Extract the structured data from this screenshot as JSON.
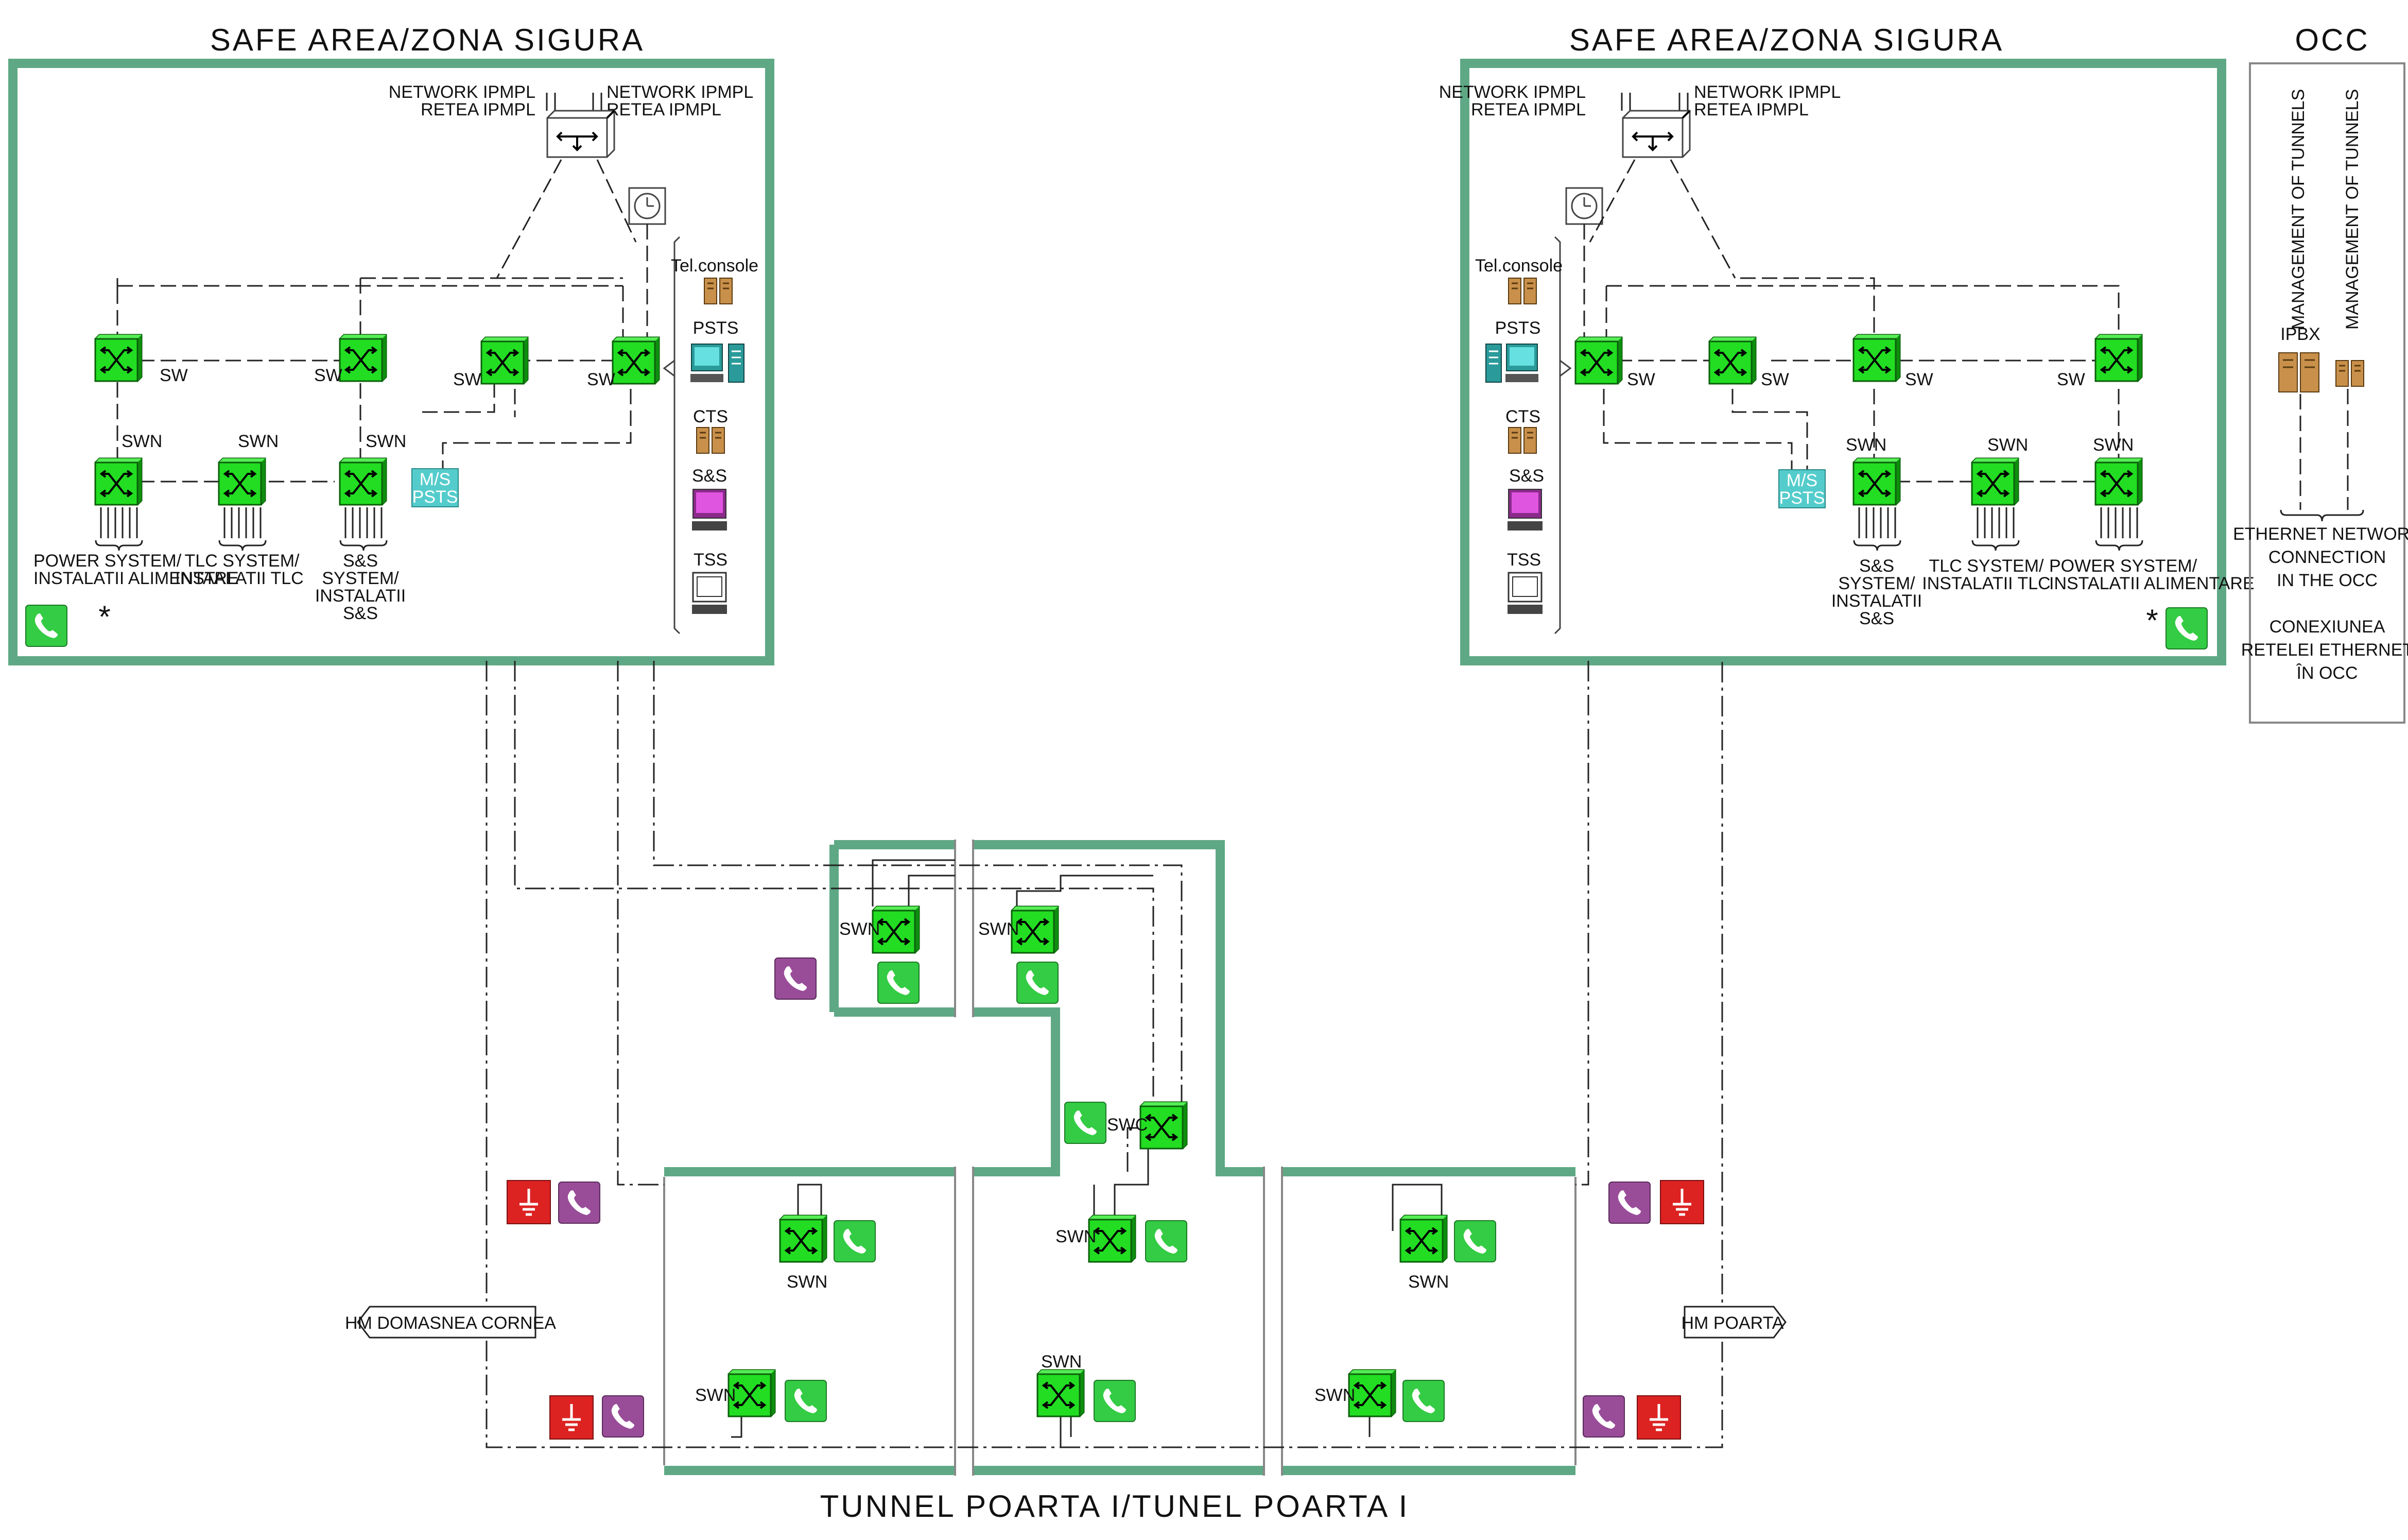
{
  "areas": {
    "left_title": "SAFE AREA/ZONA SIGURA",
    "right_title": "SAFE AREA/ZONA SIGURA",
    "occ_title": "OCC",
    "tunnel_title": "TUNNEL POARTA I/TUNEL POARTA I"
  },
  "network": {
    "label_a1": "NETWORK IPMPL",
    "label_a2": "RETEA IPMPL",
    "label_b1": "NETWORK IPMPL",
    "label_b2": "RETEA IPMPL"
  },
  "switch_labels": {
    "sw": "SW",
    "swn": "SWN",
    "swc": "SWC"
  },
  "systems": {
    "power_1": "POWER SYSTEM/",
    "power_2": "INSTALATII ALIMENTARE",
    "tlc_1": "TLC SYSTEM/",
    "tlc_2": "INSTALATII TLC",
    "ss_1": "S&S",
    "ss_2": "SYSTEM/",
    "ss_3": "INSTALATII",
    "ss_4": "S&S",
    "asterisk": "*"
  },
  "consoles": {
    "tel": "Tel.console",
    "psts": "PSTS",
    "cts": "CTS",
    "ss": "S&S",
    "tss": "TSS",
    "ms_1": "M/S",
    "ms_2": "PSTS"
  },
  "occ": {
    "mgmt": "MANAGEMENT OF TUNNELS",
    "ipbx": "IPBX",
    "eth_1": "ETHERNET NETWORK",
    "eth_2": "CONNECTION",
    "eth_3": "IN THE OCC",
    "ro_1": "CONEXIUNEA",
    "ro_2": "RETELEI ETHERNET",
    "ro_3": "ÎN OCC"
  },
  "directions": {
    "left": "HM DOMASNEA CORNEA",
    "right": "HM POARTA"
  },
  "colors": {
    "wall": "#5fa885",
    "switch": "#22dd22",
    "phone_green": "#33cc44",
    "phone_purple": "#994d99",
    "ground_red": "#dd2222",
    "ms_psts": "#55cccc",
    "console_brown": "#c8904a",
    "console_teal": "#2a9a9a",
    "console_magenta": "#e055e0"
  },
  "icons": [
    "switch-icon",
    "phone-icon",
    "emergency-phone-icon",
    "earth-ground-icon",
    "clock-icon",
    "router-icon",
    "computer-icon"
  ]
}
